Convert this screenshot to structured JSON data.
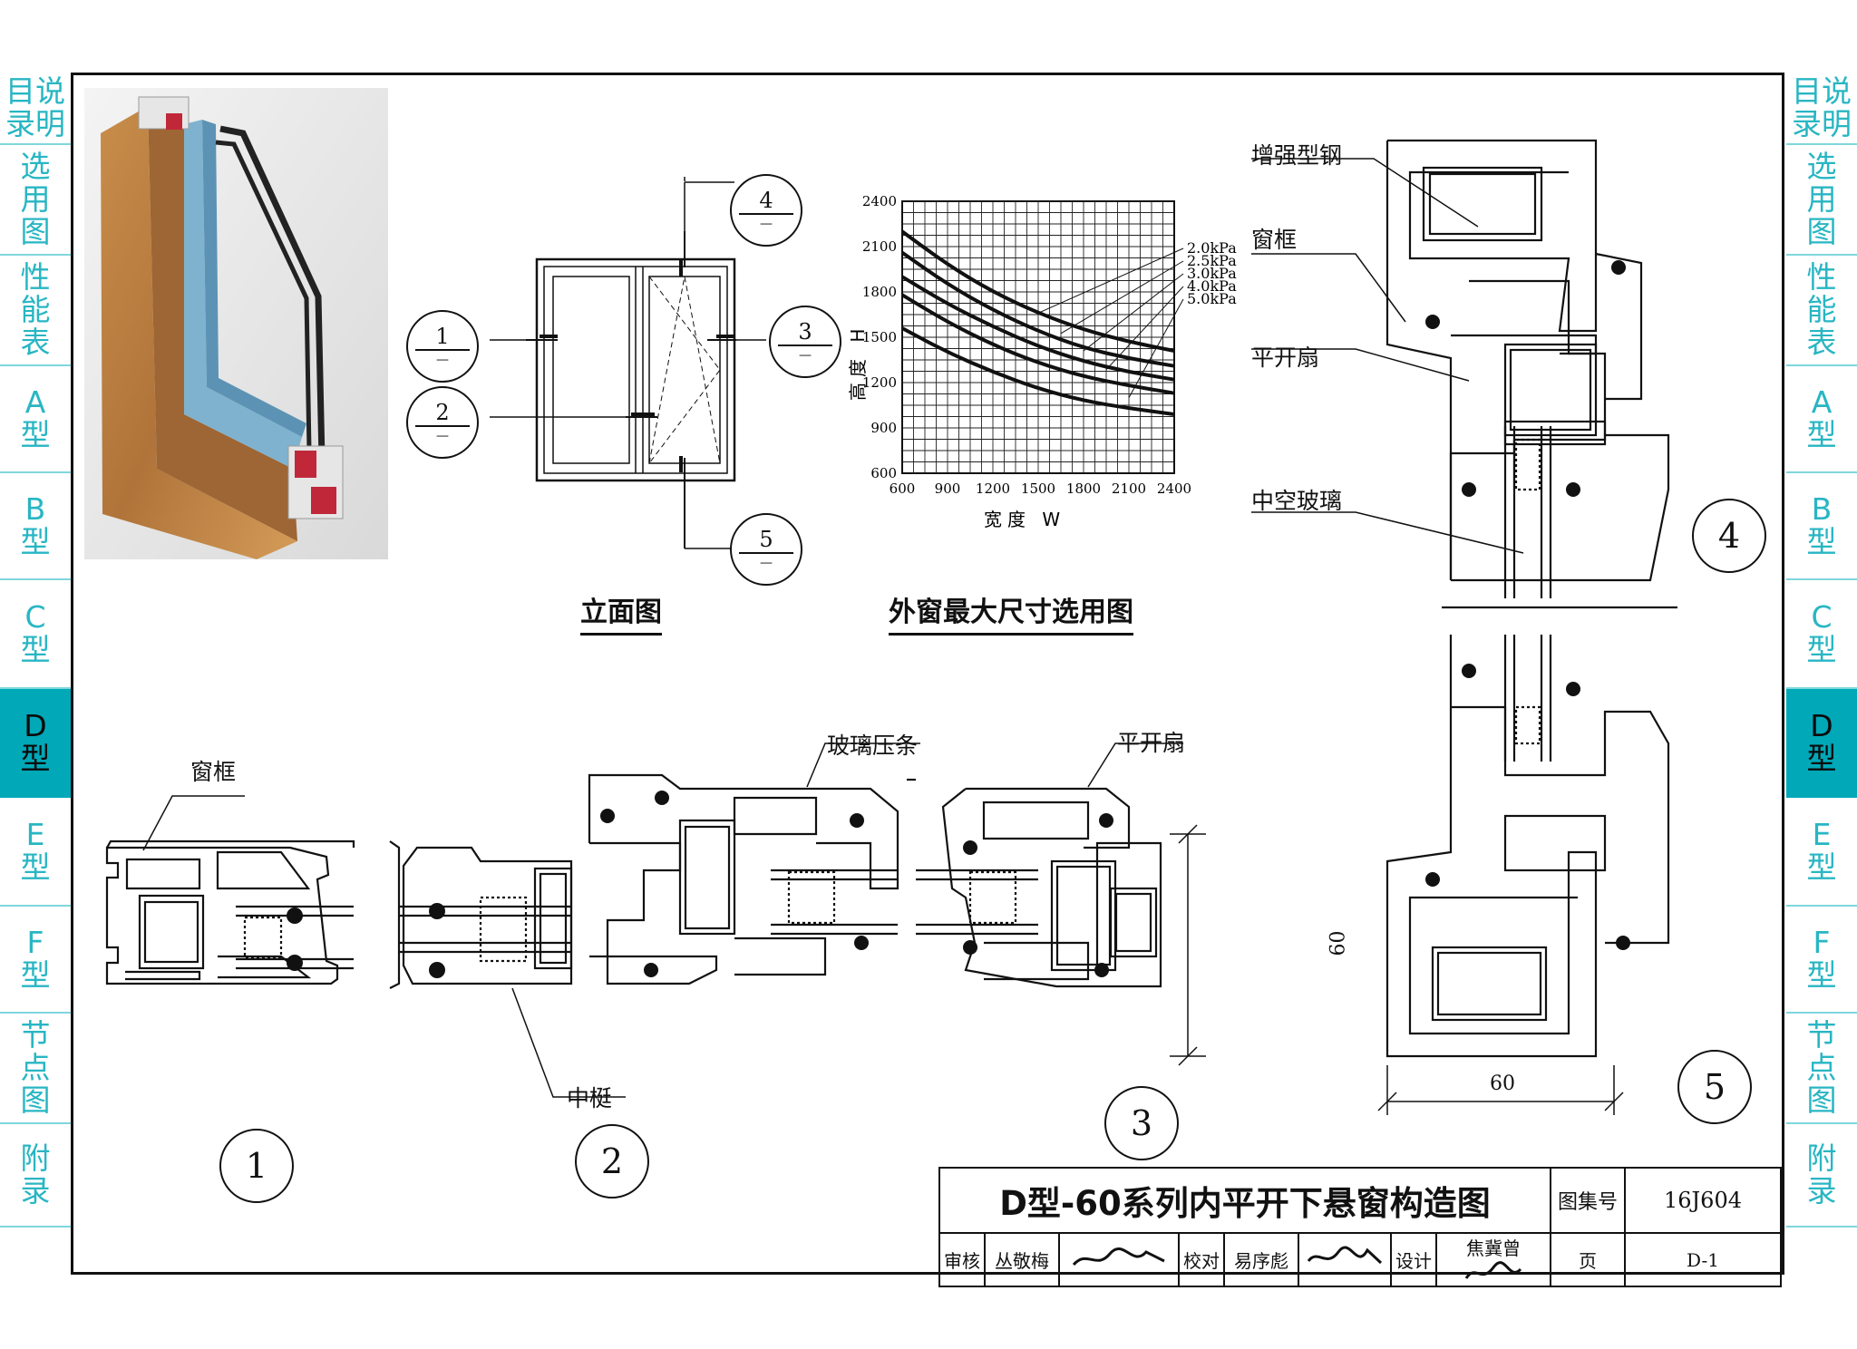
{
  "sidebar_left": [
    {
      "lines": [
        "目说",
        "录明"
      ],
      "active": false
    },
    {
      "lines": [
        "选",
        "用",
        "图"
      ],
      "active": false
    },
    {
      "lines": [
        "性",
        "能",
        "表"
      ],
      "active": false
    },
    {
      "lines": [
        "A",
        "型"
      ],
      "active": false
    },
    {
      "lines": [
        "B",
        "型"
      ],
      "active": false
    },
    {
      "lines": [
        "C",
        "型"
      ],
      "active": false
    },
    {
      "lines": [
        "D",
        "型"
      ],
      "active": true
    },
    {
      "lines": [
        "E",
        "型"
      ],
      "active": false
    },
    {
      "lines": [
        "F",
        "型"
      ],
      "active": false
    },
    {
      "lines": [
        "节",
        "点",
        "图"
      ],
      "active": false
    },
    {
      "lines": [
        "附",
        "录"
      ],
      "active": false
    }
  ],
  "colors": {
    "tab_text": "#28b6c3",
    "tab_active_bg": "#00a8b8",
    "tab_divider": "#7fd6dc",
    "line": "#111111"
  },
  "elevation": {
    "title": "立面图",
    "markers": [
      {
        "num": "1",
        "sub": "—"
      },
      {
        "num": "2",
        "sub": "—"
      },
      {
        "num": "3",
        "sub": "—"
      },
      {
        "num": "4",
        "sub": "—"
      },
      {
        "num": "5",
        "sub": "—"
      }
    ]
  },
  "chart_data": {
    "type": "line",
    "title": "外窗最大尺寸选用图",
    "xlabel": "宽度 W",
    "ylabel": "高度 H",
    "xlim": [
      600,
      2400
    ],
    "ylim": [
      600,
      2400
    ],
    "x_ticks": [
      "600",
      "900",
      "1200",
      "1500",
      "1800",
      "2100",
      "2400"
    ],
    "y_ticks": [
      "600",
      "900",
      "1200",
      "1500",
      "1800",
      "2100",
      "2400"
    ],
    "grid": true,
    "series": [
      {
        "name": "2.0kPa",
        "x": [
          600,
          900,
          1200,
          1500,
          1800,
          2100,
          2400
        ],
        "y": [
          2200,
          1980,
          1800,
          1660,
          1550,
          1470,
          1410
        ]
      },
      {
        "name": "2.5kPa",
        "x": [
          600,
          900,
          1200,
          1500,
          1800,
          2100,
          2400
        ],
        "y": [
          2060,
          1850,
          1680,
          1540,
          1430,
          1360,
          1310
        ]
      },
      {
        "name": "3.0kPa",
        "x": [
          600,
          900,
          1200,
          1500,
          1800,
          2100,
          2400
        ],
        "y": [
          1900,
          1720,
          1570,
          1440,
          1340,
          1270,
          1220
        ]
      },
      {
        "name": "4.0kPa",
        "x": [
          600,
          900,
          1200,
          1500,
          1800,
          2100,
          2400
        ],
        "y": [
          1780,
          1600,
          1450,
          1330,
          1240,
          1180,
          1130
        ]
      },
      {
        "name": "5.0kPa",
        "x": [
          600,
          900,
          1200,
          1500,
          1800,
          2100,
          2400
        ],
        "y": [
          1560,
          1400,
          1270,
          1160,
          1080,
          1030,
          990
        ]
      }
    ]
  },
  "section_labels": {
    "frame_left": "窗框",
    "mullion": "中梃",
    "glazing_bead": "玻璃压条",
    "sash_top": "平开扇",
    "dim_60_h": "60",
    "dim_60_w": "60",
    "reinforce": "增强型钢",
    "frame_right": "窗框",
    "sash_right": "平开扇",
    "glass": "中空玻璃"
  },
  "details": {
    "d1": "1",
    "d2": "2",
    "d3": "3",
    "d4": "4",
    "d5": "5"
  },
  "title_block": {
    "drawing_title": "D型-60系列内平开下悬窗构造图",
    "atlas_label": "图集号",
    "atlas_no": "16J604",
    "reviewer_label": "审核",
    "reviewer": "丛敬梅",
    "checker_label": "校对",
    "checker": "易序彪",
    "designer_label": "设计",
    "designer": "焦冀曾",
    "page_label": "页",
    "page_no": "D-1"
  }
}
